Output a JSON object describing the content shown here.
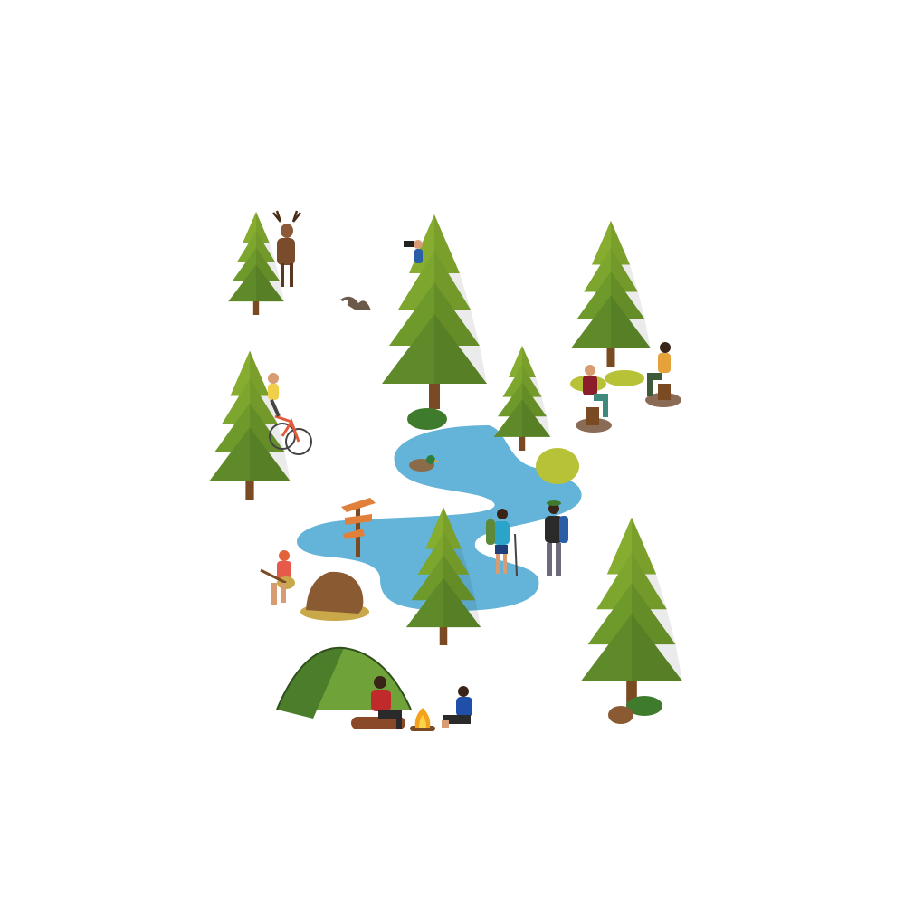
{
  "scene": {
    "background_color": "#ffffff",
    "palette": {
      "river": "#63b4d8",
      "tree_light": "#86ad2f",
      "tree_mid": "#6e9a2b",
      "tree_dark": "#587f2a",
      "trunk": "#7a4a22",
      "bush": "#b7c236",
      "bush_dark": "#3f7b2c",
      "tent": "#6fa33a",
      "tent_dark": "#4b7d2a",
      "rock": "#8a5a33",
      "signpost": "#e0803a",
      "fire": "#f4a21b"
    },
    "elements": [
      {
        "name": "river",
        "icon": "river-icon"
      },
      {
        "name": "pine-tree",
        "icon": "pine-tree-icon",
        "count": 7
      },
      {
        "name": "deer",
        "icon": "deer-icon"
      },
      {
        "name": "flying-bird",
        "icon": "bird-icon"
      },
      {
        "name": "photographer",
        "icon": "person-camera-icon"
      },
      {
        "name": "cyclist",
        "icon": "bicycle-icon"
      },
      {
        "name": "duck",
        "icon": "duck-icon"
      },
      {
        "name": "people-on-stumps",
        "icon": "person-sitting-icon",
        "count": 2
      },
      {
        "name": "hikers",
        "icon": "hiker-icon",
        "count": 2
      },
      {
        "name": "signpost",
        "icon": "signpost-icon"
      },
      {
        "name": "boulder",
        "icon": "rock-icon"
      },
      {
        "name": "guitar-player",
        "icon": "guitar-icon"
      },
      {
        "name": "tent",
        "icon": "tent-icon"
      },
      {
        "name": "campfire",
        "icon": "campfire-icon"
      },
      {
        "name": "campers",
        "icon": "person-sitting-icon",
        "count": 2
      }
    ]
  }
}
